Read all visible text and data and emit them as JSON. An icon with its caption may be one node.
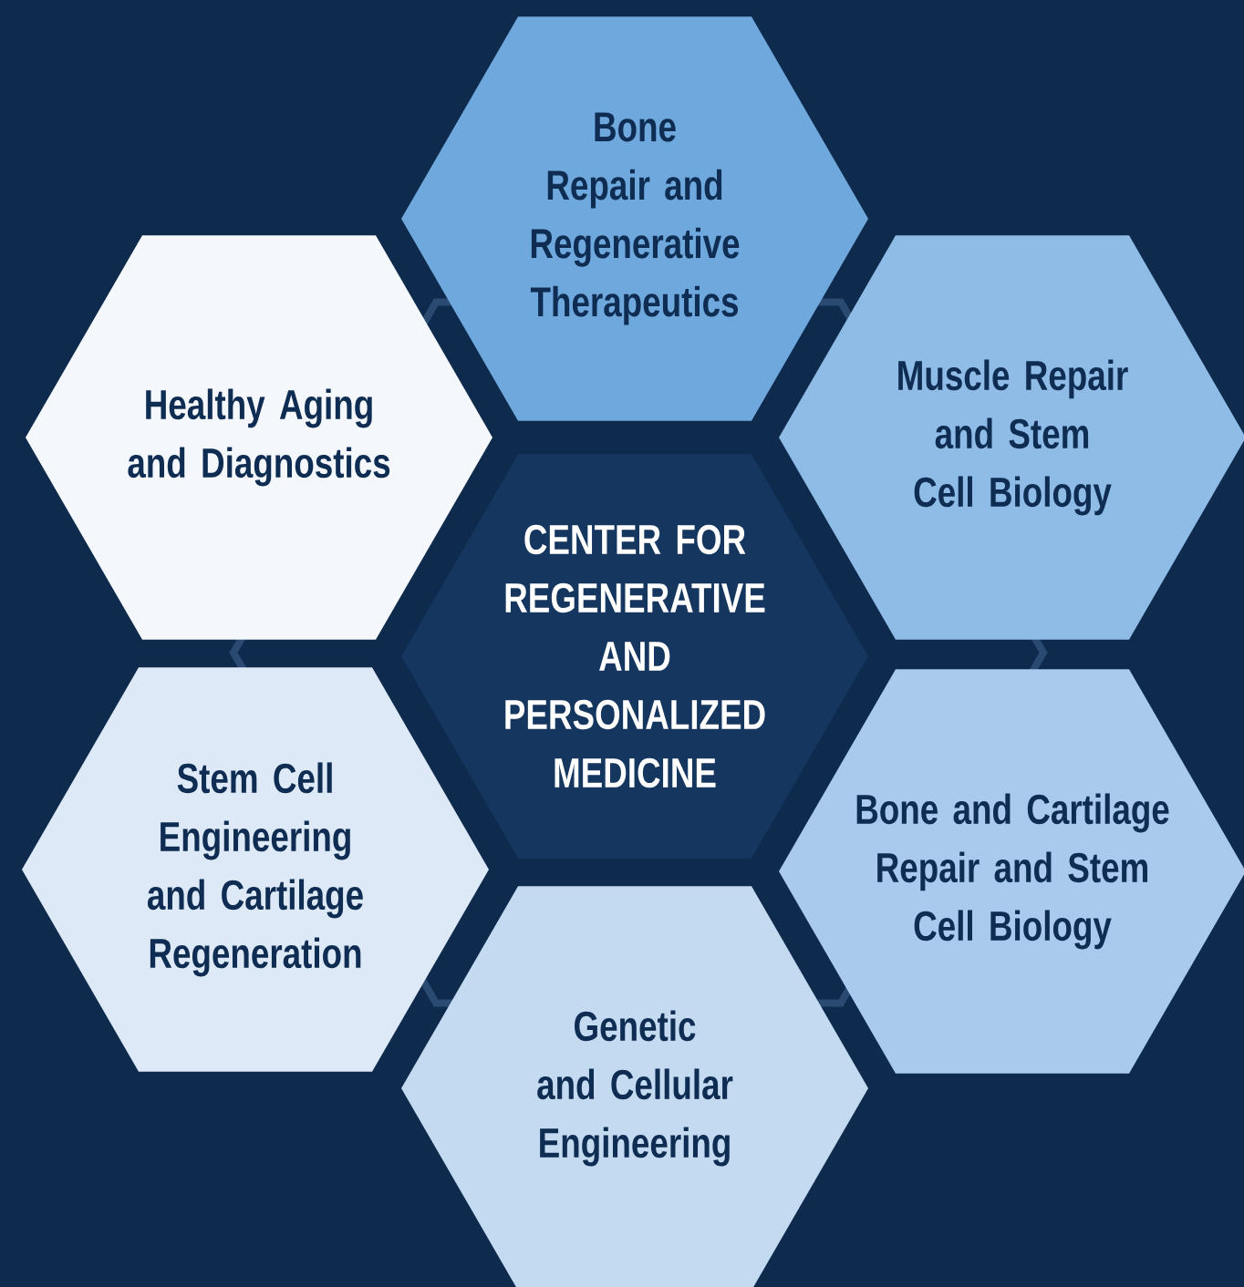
{
  "diagram": {
    "nodes": [
      {
        "text": [
          "Bone Repair and Regenerative Therapeutics"
        ]
      },
      {
        "text": [
          "Healthy Aging and Diagnostics"
        ]
      },
      {
        "text": [
          "Muscle Repair and Stem Cell Biology"
        ]
      },
      {
        "text": [
          "CENTER FOR REGENERATIVE AND PERSONALIZED MEDICINE"
        ]
      },
      {
        "text": [
          "Stem Cell Engineering and Cartilage Regeneration"
        ]
      },
      {
        "text": [
          "Bone and Cartilage Repair and Stem Cell Biology"
        ]
      },
      {
        "text": [
          "Genetic and Cellular Engineering"
        ]
      }
    ]
  }
}
